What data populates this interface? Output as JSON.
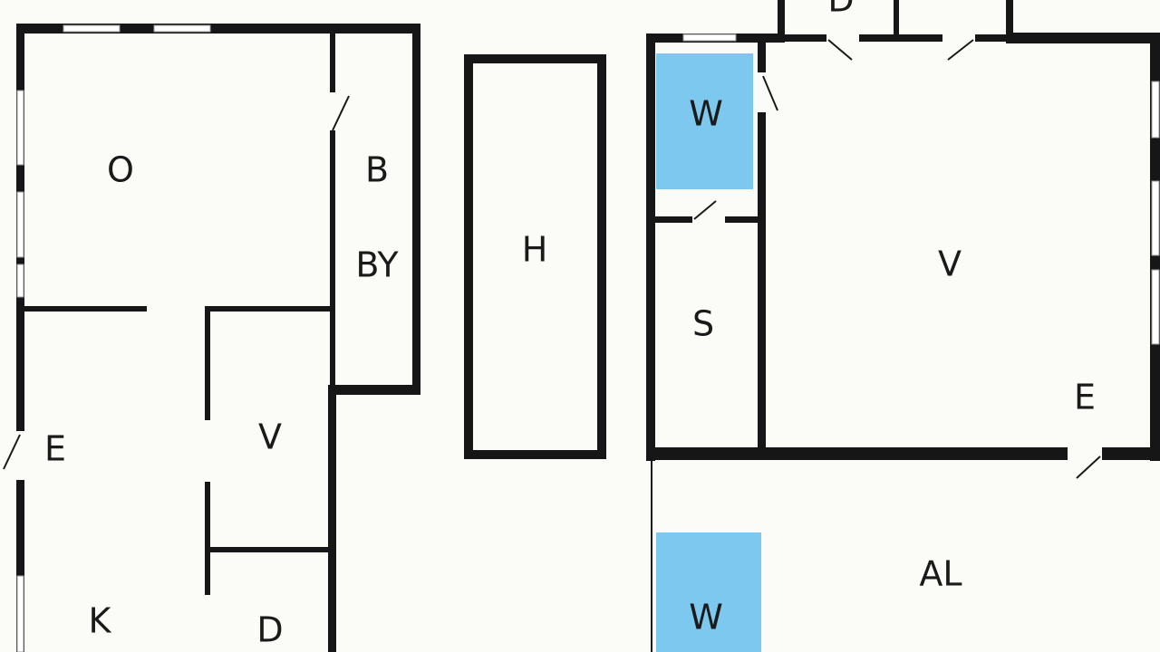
{
  "plan": {
    "left_unit": {
      "rooms": {
        "o": "O",
        "b": "B",
        "by": "BY",
        "e": "E",
        "v": "V",
        "k": "K",
        "d": "D"
      }
    },
    "middle": {
      "rooms": {
        "h": "H"
      }
    },
    "right_unit": {
      "rooms": {
        "d_top": "D",
        "w_top": "W",
        "s": "S",
        "v": "V",
        "e": "E",
        "al": "AL",
        "w_bottom": "W"
      }
    },
    "colors": {
      "walls": "#161616",
      "wet_room": "#7cc8ef",
      "background": "#fbfbf7"
    }
  }
}
